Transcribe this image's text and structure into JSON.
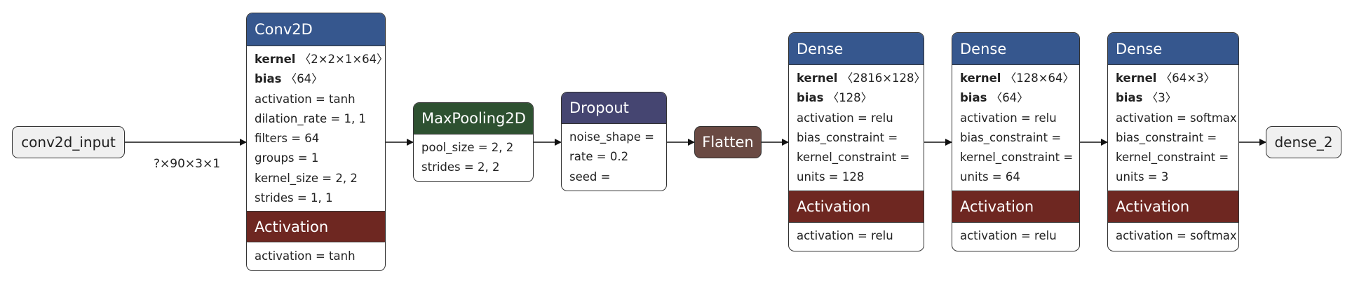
{
  "input_node": {
    "label": "conv2d_input"
  },
  "output_node": {
    "label": "dense_2"
  },
  "input_shape_label": "?×90×3×1",
  "conv2d": {
    "title": "Conv2D",
    "kernel_key": "kernel",
    "kernel_val": "〈2×2×1×64〉",
    "bias_key": "bias",
    "bias_val": "〈64〉",
    "params": [
      "activation = tanh",
      "dilation_rate = 1, 1",
      "filters = 64",
      "groups = 1",
      "kernel_size = 2, 2",
      "strides = 1, 1"
    ],
    "activation_title": "Activation",
    "activation_params": [
      "activation = tanh"
    ]
  },
  "maxpool": {
    "title": "MaxPooling2D",
    "params": [
      "pool_size = 2, 2",
      "strides = 2, 2"
    ]
  },
  "dropout": {
    "title": "Dropout",
    "params": [
      "noise_shape =",
      "rate = 0.2",
      "seed ="
    ]
  },
  "flatten": {
    "title": "Flatten"
  },
  "dense_0": {
    "title": "Dense",
    "kernel_key": "kernel",
    "kernel_val": "〈2816×128〉",
    "bias_key": "bias",
    "bias_val": "〈128〉",
    "params": [
      "activation = relu",
      "bias_constraint =",
      "kernel_constraint =",
      "units = 128"
    ],
    "activation_title": "Activation",
    "activation_params": [
      "activation = relu"
    ]
  },
  "dense_1": {
    "title": "Dense",
    "kernel_key": "kernel",
    "kernel_val": "〈128×64〉",
    "bias_key": "bias",
    "bias_val": "〈64〉",
    "params": [
      "activation = relu",
      "bias_constraint =",
      "kernel_constraint =",
      "units = 64"
    ],
    "activation_title": "Activation",
    "activation_params": [
      "activation = relu"
    ]
  },
  "dense_2": {
    "title": "Dense",
    "kernel_key": "kernel",
    "kernel_val": "〈64×3〉",
    "bias_key": "bias",
    "bias_val": "〈3〉",
    "params": [
      "activation = softmax",
      "bias_constraint =",
      "kernel_constraint =",
      "units = 3"
    ],
    "activation_title": "Activation",
    "activation_params": [
      "activation = softmax"
    ]
  },
  "colors": {
    "conv": "#36578e",
    "activation": "#6e2721",
    "pool": "#2e5131",
    "dropout": "#454571",
    "flatten": "#6a4a43",
    "io_fill": "#f0f0f0"
  }
}
